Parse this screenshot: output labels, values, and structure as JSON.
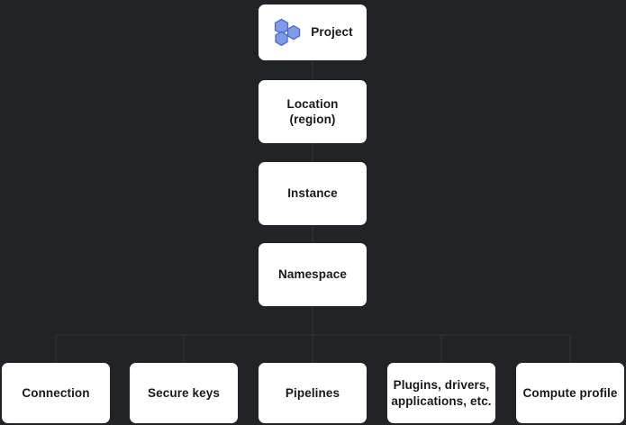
{
  "diagram": {
    "type": "hierarchy-tree",
    "background_color": "#212327",
    "node_fill_color": "#ffffff",
    "node_text_color": "#18191c",
    "connector_color": "#2b2d31",
    "icon_color": "#5b7ce0",
    "icon_color_light": "#7f9ae8",
    "root": {
      "name": "project-node",
      "label": "Project",
      "icon": "hexagon-cluster-icon"
    },
    "spine": [
      {
        "name": "location-node",
        "label": "Location\n(region)"
      },
      {
        "name": "instance-node",
        "label": "Instance"
      },
      {
        "name": "namespace-node",
        "label": "Namespace"
      }
    ],
    "leaves": [
      {
        "name": "connection-node",
        "label": "Connection"
      },
      {
        "name": "secure-keys-node",
        "label": "Secure keys"
      },
      {
        "name": "pipelines-node",
        "label": "Pipelines"
      },
      {
        "name": "plugins-node",
        "label": "Plugins, drivers,\napplications, etc."
      },
      {
        "name": "compute-profile-node",
        "label": "Compute profile"
      }
    ]
  }
}
